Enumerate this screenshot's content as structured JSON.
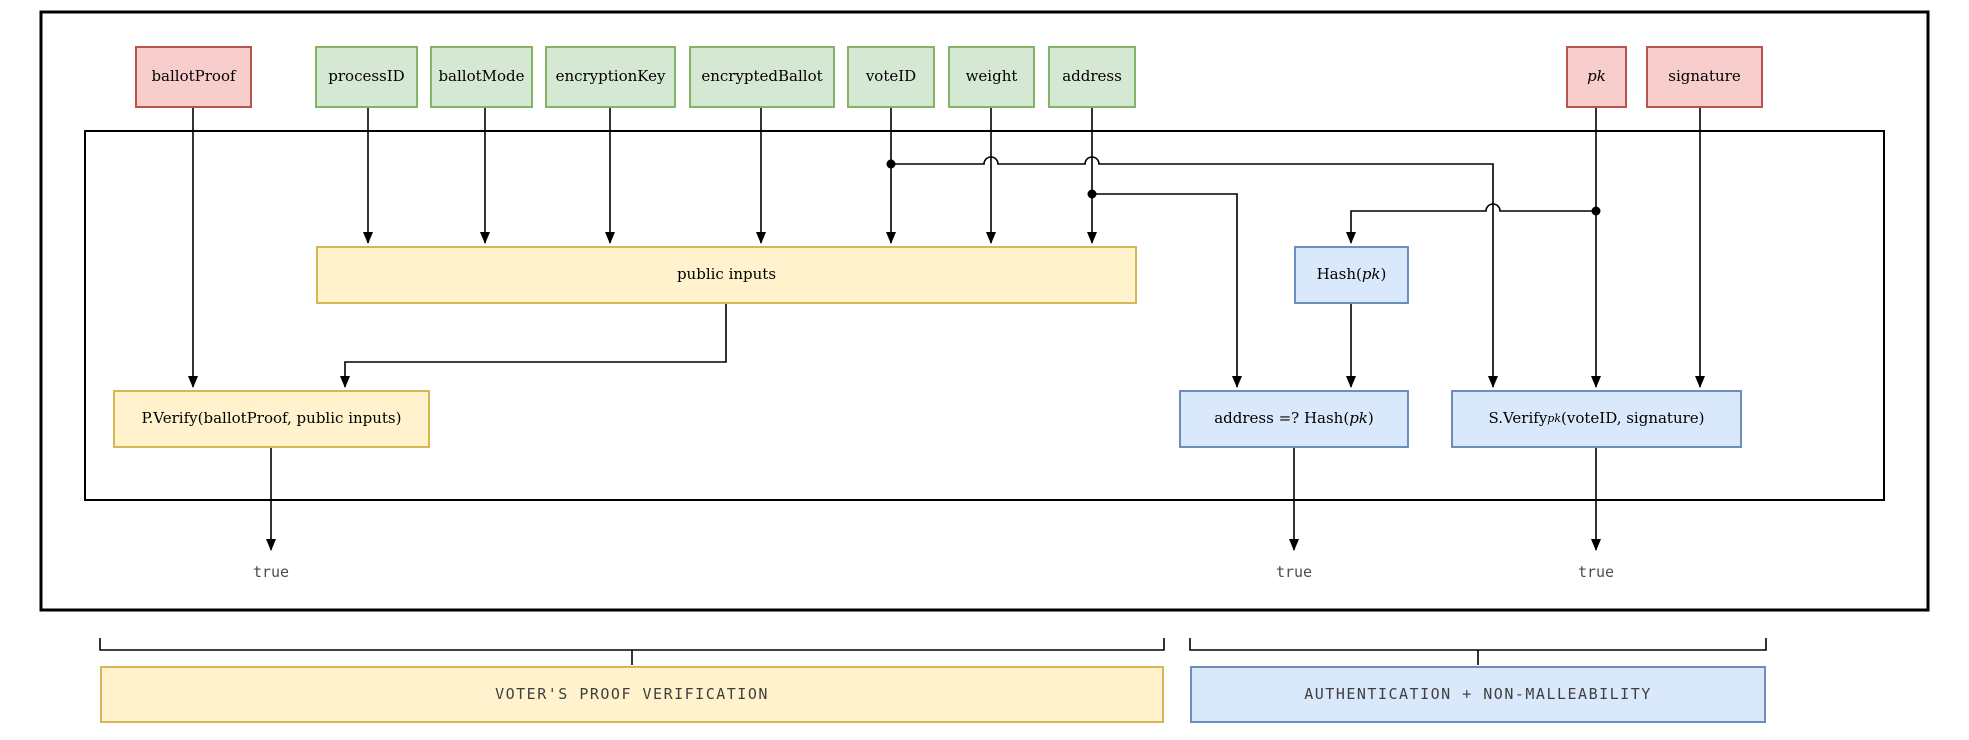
{
  "colors": {
    "private_fill": "#f8cecc",
    "private_border": "#b85450",
    "public_fill": "#d5e8d4",
    "public_border": "#82b366",
    "proof_fill": "#fff2cc",
    "proof_border": "#d6b656",
    "auth_fill": "#dae8fc",
    "auth_border": "#6c8ebf",
    "line": "#000000",
    "text": "#000000",
    "muted_text": "#4d4d4d"
  },
  "inputs": {
    "ballot_proof": {
      "label": "ballotProof"
    },
    "process_id": {
      "label": "processID"
    },
    "ballot_mode": {
      "label": "ballotMode"
    },
    "encryption_key": {
      "label": "encryptionKey"
    },
    "encrypted_ballot": {
      "label": "encryptedBallot"
    },
    "vote_id": {
      "label": "voteID"
    },
    "weight": {
      "label": "weight"
    },
    "address": {
      "label": "address"
    },
    "pk": {
      "label": "pk"
    },
    "signature": {
      "label": "signature"
    }
  },
  "nodes": {
    "public_inputs": {
      "label": "public inputs"
    },
    "hash_pk": {
      "prefix": "Hash(",
      "arg": "pk",
      "suffix": ")"
    },
    "p_verify": {
      "label": "P.Verify(ballotProof, public inputs)"
    },
    "address_check": {
      "prefix": "address =? Hash(",
      "arg": "pk",
      "suffix": ")"
    },
    "s_verify": {
      "prefix": "S.Verify",
      "sub": "pk",
      "suffix": "(voteID, signature)"
    }
  },
  "outputs": {
    "p_verify_result": "true",
    "address_check_result": "true",
    "s_verify_result": "true"
  },
  "sections": {
    "voter_proof": {
      "label": "VOTER'S PROOF VERIFICATION"
    },
    "authentication": {
      "label": "AUTHENTICATION + NON-MALLEABILITY"
    }
  }
}
